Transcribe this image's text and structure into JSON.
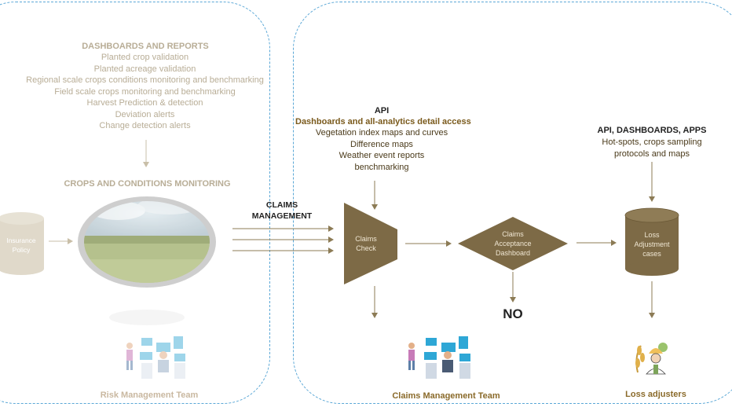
{
  "left": {
    "reports_title": "DASHBOARDS AND REPORTS",
    "reports_items": [
      "Planted crop validation",
      "Planted acreage validation",
      "Regional scale crops conditions monitoring and benchmarking",
      "Field scale crops monitoring and benchmarking",
      "Harvest Prediction & detection",
      "Deviation alerts",
      "Change detection alerts"
    ],
    "monitoring_title": "CROPS AND CONDITIONS MONITORING",
    "insurance_label": "Insurance Policy",
    "team_label": "Risk Management Team"
  },
  "middle": {
    "claims_management_label": "CLAIMS MANAGEMENT",
    "api_title": "API",
    "api_subtitle": "Dashboards and all-analytics detail access",
    "api_items": [
      "Vegetation index maps and curves",
      "Difference maps",
      "Weather event reports",
      "benchmarking"
    ],
    "claims_check_label": "Claims Check",
    "dashboard_label": "Claims Acceptance Dashboard",
    "no_label": "NO",
    "team_label": "Claims Management Team"
  },
  "right": {
    "api_title": "API, DASHBOARDS, APPS",
    "api_items": [
      "Hot-spots, crops sampling",
      "protocols and maps"
    ],
    "loss_cases_label": "Loss Adjustment cases",
    "team_label": "Loss adjusters"
  },
  "colors": {
    "border": "#5aa7d6",
    "shape_brown": "#7d6a46",
    "faded_brown": "#b8ad96",
    "arrow": "#8c7b55"
  }
}
